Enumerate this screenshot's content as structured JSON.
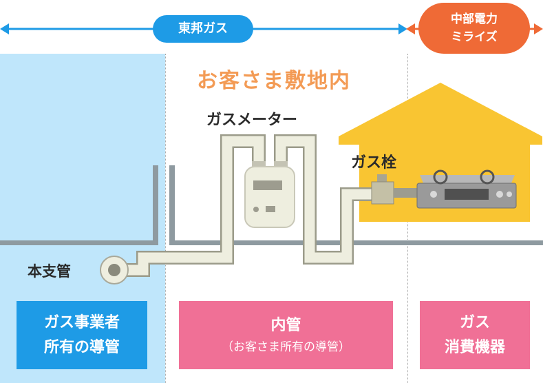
{
  "header": {
    "tokyo_gas": "東邦ガス",
    "chubu_mirais_line1": "中部電力",
    "chubu_mirais_line2": "ミライズ"
  },
  "labels": {
    "premises": "お客さま敷地内",
    "gas_meter": "ガスメーター",
    "gas_cock": "ガス栓",
    "main_pipe": "本支管"
  },
  "boxes": {
    "utility_line1": "ガス事業者",
    "utility_line2": "所有の導管",
    "internal_main": "内管",
    "internal_sub": "（お客さま所有の導管）",
    "appliance_line1": "ガス",
    "appliance_line2": "消費機器"
  },
  "colors": {
    "blue": "#1e9be6",
    "orange": "#ef6a36",
    "pink": "#f07096",
    "house_yellow": "#f9c532",
    "light_blue_zone": "#bfe6fb",
    "premises_text": "#f39b55"
  }
}
